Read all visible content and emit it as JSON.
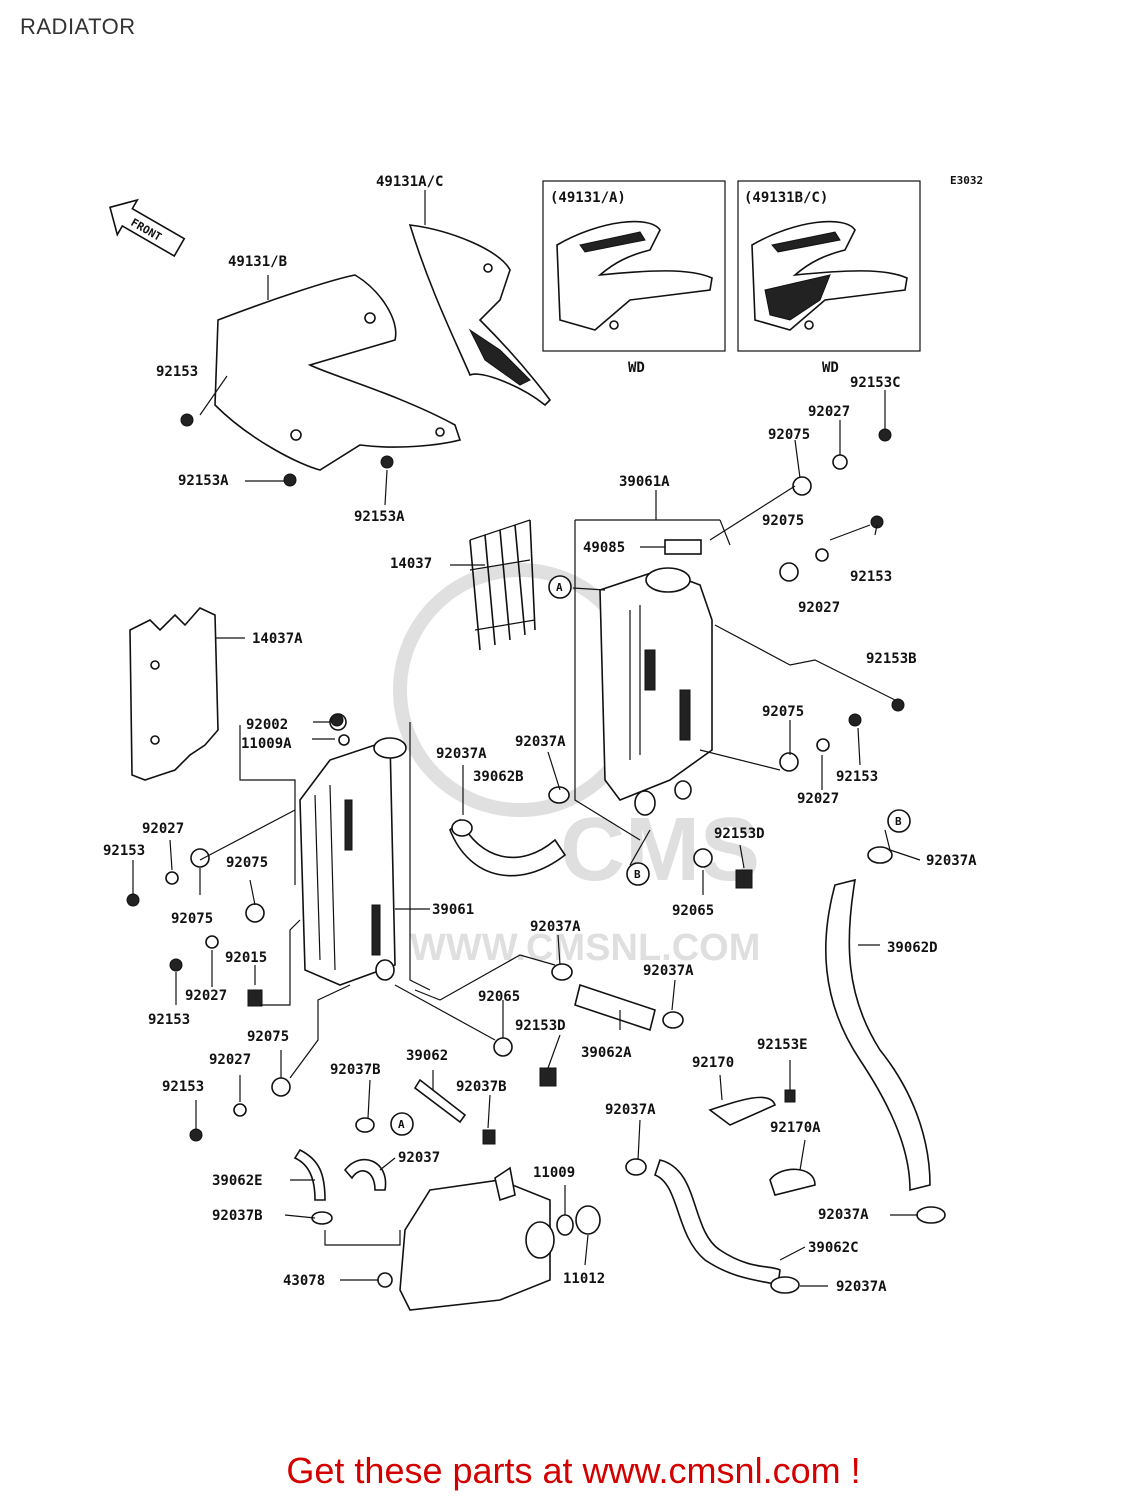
{
  "page": {
    "title": "RADIATOR"
  },
  "diagram": {
    "code": "E3032",
    "front_label": "FRONT",
    "watermark": {
      "brand": "CMS",
      "url": "WWW.CMSNL.COM"
    },
    "insets": [
      {
        "title": "(49131/A)",
        "note": "WD"
      },
      {
        "title": "(49131B/C)",
        "note": "WD"
      }
    ],
    "callouts": [
      {
        "id": "c1",
        "text": "49131A/C"
      },
      {
        "id": "c2",
        "text": "49131/B"
      },
      {
        "id": "c3",
        "text": "92153"
      },
      {
        "id": "c4",
        "text": "92153A"
      },
      {
        "id": "c5",
        "text": "92153A"
      },
      {
        "id": "c6",
        "text": "92153C"
      },
      {
        "id": "c7",
        "text": "92027"
      },
      {
        "id": "c8",
        "text": "92075"
      },
      {
        "id": "c9",
        "text": "39061A"
      },
      {
        "id": "c10",
        "text": "92075"
      },
      {
        "id": "c11",
        "text": "49085"
      },
      {
        "id": "c12",
        "text": "14037"
      },
      {
        "id": "c13",
        "text": "92153"
      },
      {
        "id": "c14",
        "text": "92027"
      },
      {
        "id": "c15",
        "text": "14037A"
      },
      {
        "id": "c16",
        "text": "92153B"
      },
      {
        "id": "c17",
        "text": "92002"
      },
      {
        "id": "c18",
        "text": "11009A"
      },
      {
        "id": "c19",
        "text": "92075"
      },
      {
        "id": "c20",
        "text": "92037A"
      },
      {
        "id": "c21",
        "text": "92037A"
      },
      {
        "id": "c22",
        "text": "39062B"
      },
      {
        "id": "c23",
        "text": "92153"
      },
      {
        "id": "c24",
        "text": "92027"
      },
      {
        "id": "c25",
        "text": "92027"
      },
      {
        "id": "c26",
        "text": "92153"
      },
      {
        "id": "c27",
        "text": "92075"
      },
      {
        "id": "c28",
        "text": "92153D"
      },
      {
        "id": "c29",
        "text": "92037A"
      },
      {
        "id": "c30",
        "text": "92075"
      },
      {
        "id": "c31",
        "text": "92065"
      },
      {
        "id": "c32",
        "text": "39061"
      },
      {
        "id": "c33",
        "text": "92037A"
      },
      {
        "id": "c34",
        "text": "39062D"
      },
      {
        "id": "c35",
        "text": "92015"
      },
      {
        "id": "c36",
        "text": "92037A"
      },
      {
        "id": "c37",
        "text": "92153"
      },
      {
        "id": "c38",
        "text": "92027"
      },
      {
        "id": "c39",
        "text": "92065"
      },
      {
        "id": "c40",
        "text": "92153D"
      },
      {
        "id": "c41",
        "text": "39062A"
      },
      {
        "id": "c42",
        "text": "92075"
      },
      {
        "id": "c43",
        "text": "92153E"
      },
      {
        "id": "c44",
        "text": "92027"
      },
      {
        "id": "c45",
        "text": "39062"
      },
      {
        "id": "c46",
        "text": "92170"
      },
      {
        "id": "c47",
        "text": "92037B"
      },
      {
        "id": "c48",
        "text": "92037B"
      },
      {
        "id": "c49",
        "text": "92153"
      },
      {
        "id": "c50",
        "text": "92037A"
      },
      {
        "id": "c51",
        "text": "92170A"
      },
      {
        "id": "c52",
        "text": "92037"
      },
      {
        "id": "c53",
        "text": "11009"
      },
      {
        "id": "c54",
        "text": "39062E"
      },
      {
        "id": "c55",
        "text": "92037B"
      },
      {
        "id": "c56",
        "text": "92037A"
      },
      {
        "id": "c57",
        "text": "39062C"
      },
      {
        "id": "c58",
        "text": "11012"
      },
      {
        "id": "c59",
        "text": "43078"
      },
      {
        "id": "c60",
        "text": "92037A"
      }
    ],
    "refs": [
      {
        "id": "rA1",
        "text": "A"
      },
      {
        "id": "rA2",
        "text": "A"
      },
      {
        "id": "rB1",
        "text": "B"
      },
      {
        "id": "rB2",
        "text": "B"
      }
    ]
  },
  "footer": {
    "text": "Get these parts at www.cmsnl.com !"
  }
}
